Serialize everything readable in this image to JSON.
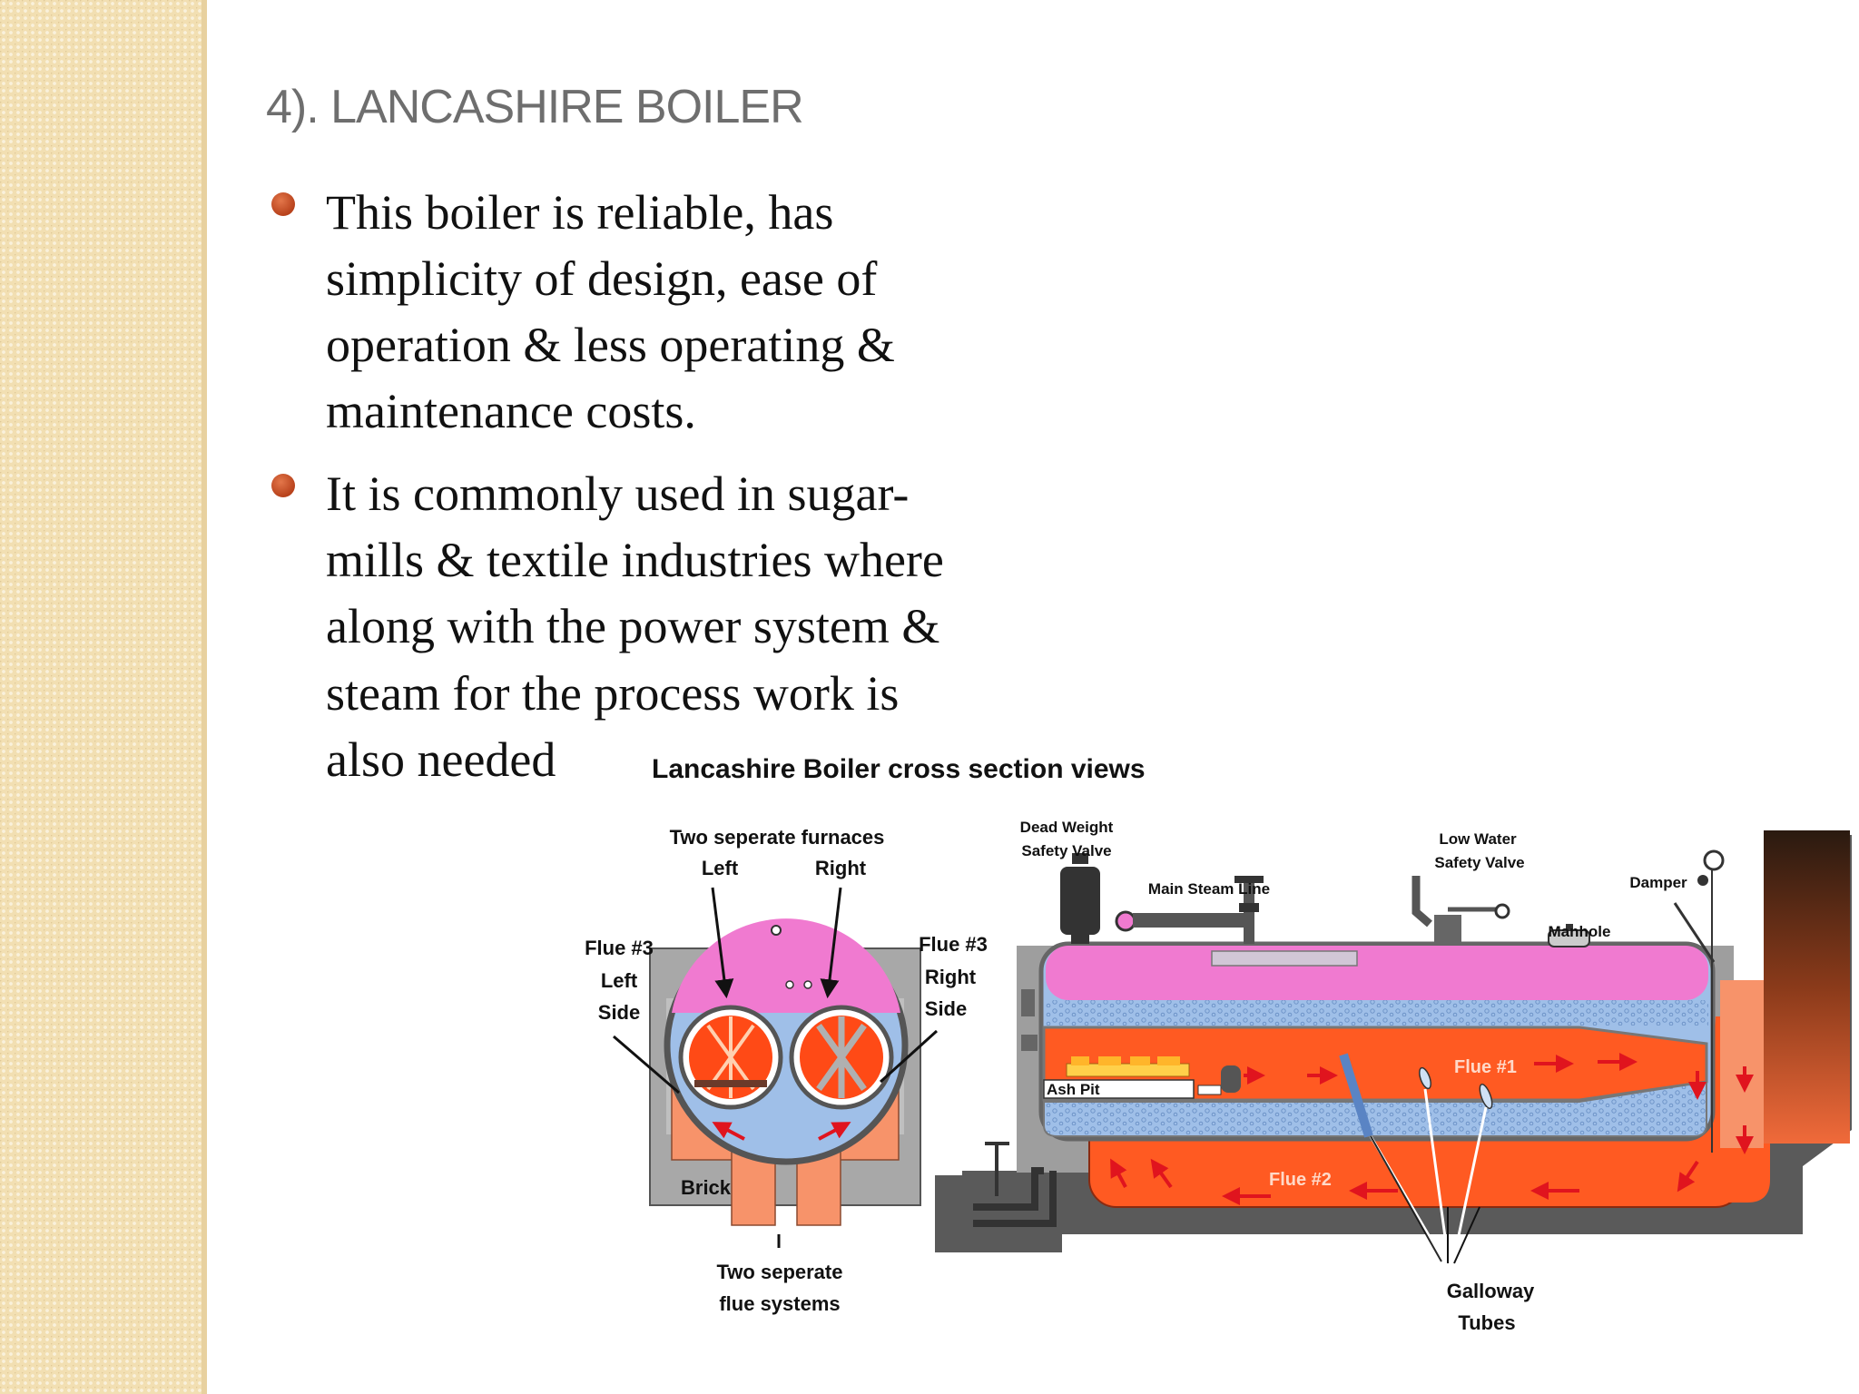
{
  "slide": {
    "title": "4). LANCASHIRE BOILER",
    "bullets": [
      {
        "lines": [
          "This boiler is reliable, has",
          "simplicity of design, ease of",
          "operation & less operating &",
          "maintenance costs."
        ]
      },
      {
        "lines": [
          "It is commonly used in sugar-",
          "mills & textile industries where",
          "along with the power system &",
          "steam for the process work is",
          "also needed"
        ]
      }
    ]
  },
  "diagram": {
    "title": "Lancashire Boiler  cross section views",
    "left_view": {
      "furnaces": [
        "Two seperate furnaces",
        "Left",
        "Right"
      ],
      "flue3_left": [
        "Flue #3",
        "Left",
        "Side"
      ],
      "flue3_right": [
        "Flue #3",
        "Right",
        "Side"
      ],
      "brick": "Brick",
      "flue_systems": [
        "Two seperate",
        "flue systems"
      ]
    },
    "right_view": {
      "dead_weight": [
        "Dead Weight",
        "Safety Valve"
      ],
      "main_steam": "Main Steam Line",
      "low_water": [
        "Low Water",
        "Safety Valve"
      ],
      "damper": "Damper",
      "manhole": "Manhole",
      "ash_pit": "Ash  Pit",
      "flue1": "Flue #1",
      "flue2": "Flue #2",
      "galloway": [
        "Galloway",
        "Tubes"
      ]
    }
  },
  "colors": {
    "sidebar": "#f2dfb2",
    "bullet": "#c8502a",
    "flue_orange": "#ff5a22",
    "water_blue": "#9fbfe8",
    "steam_pink": "#f07ad0",
    "brick_orange": "#f7936a"
  }
}
